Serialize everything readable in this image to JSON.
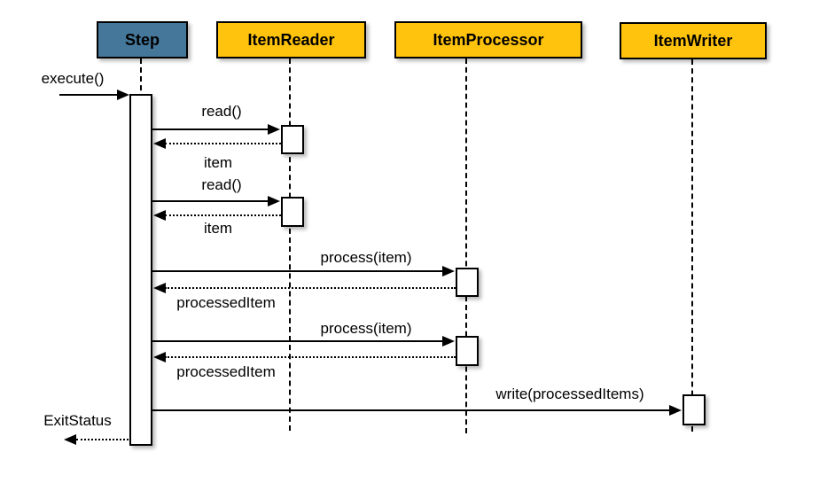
{
  "diagram_type": "uml-sequence",
  "colors": {
    "step_fill": "#45779A",
    "component_fill": "#FFC30D",
    "line": "#000000",
    "background": "#FFFFFF",
    "text": "#000000"
  },
  "participants": [
    {
      "id": "step",
      "label": "Step"
    },
    {
      "id": "item-reader",
      "label": "ItemReader"
    },
    {
      "id": "item-processor",
      "label": "ItemProcessor"
    },
    {
      "id": "item-writer",
      "label": "ItemWriter"
    }
  ],
  "messages": [
    {
      "id": "execute",
      "label": "execute()",
      "type": "call",
      "from": "caller",
      "to": "step"
    },
    {
      "id": "read-1",
      "label": "read()",
      "type": "call",
      "from": "step",
      "to": "item-reader"
    },
    {
      "id": "item-1",
      "label": "item",
      "type": "return",
      "from": "item-reader",
      "to": "step"
    },
    {
      "id": "read-2",
      "label": "read()",
      "type": "call",
      "from": "step",
      "to": "item-reader"
    },
    {
      "id": "item-2",
      "label": "item",
      "type": "return",
      "from": "item-reader",
      "to": "step"
    },
    {
      "id": "process-1",
      "label": "process(item)",
      "type": "call",
      "from": "step",
      "to": "item-processor"
    },
    {
      "id": "processed-item-1",
      "label": "processedItem",
      "type": "return",
      "from": "item-processor",
      "to": "step"
    },
    {
      "id": "process-2",
      "label": "process(item)",
      "type": "call",
      "from": "step",
      "to": "item-processor"
    },
    {
      "id": "processed-item-2",
      "label": "processedItem",
      "type": "return",
      "from": "item-processor",
      "to": "step"
    },
    {
      "id": "write",
      "label": "write(processedItems)",
      "type": "call",
      "from": "step",
      "to": "item-writer"
    },
    {
      "id": "exit-status",
      "label": "ExitStatus",
      "type": "return",
      "from": "step",
      "to": "caller"
    }
  ]
}
